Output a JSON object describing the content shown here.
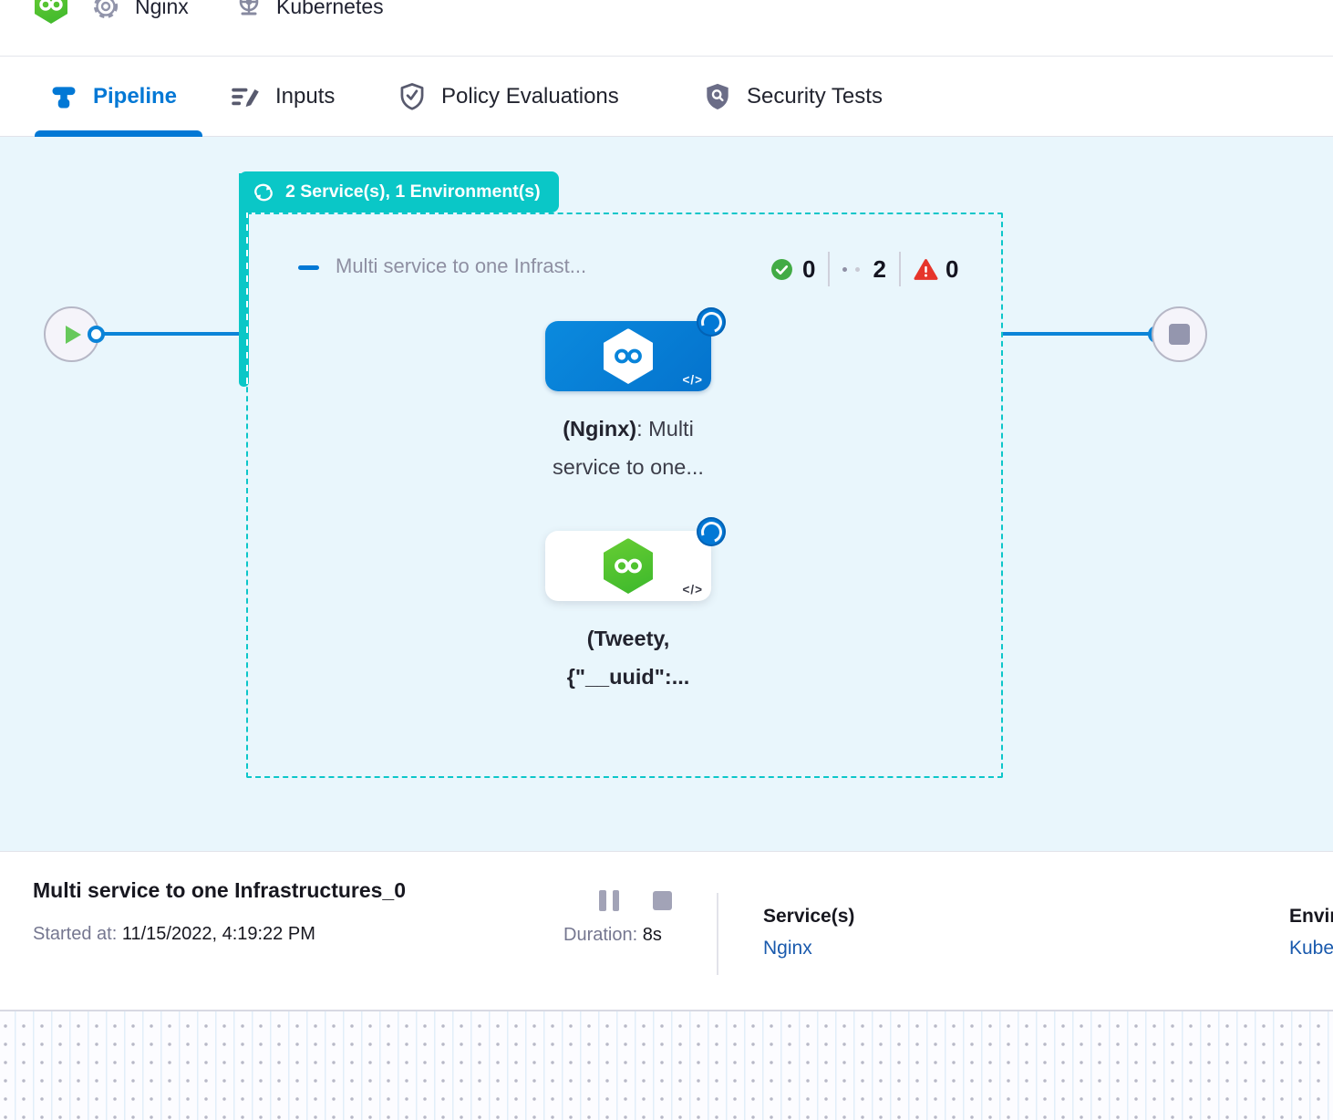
{
  "header": {
    "pipeline_name": "Nginx",
    "environment_name": "Kubernetes"
  },
  "tabs": {
    "pipeline": "Pipeline",
    "inputs": "Inputs",
    "policy": "Policy Evaluations",
    "security": "Security Tests"
  },
  "canvas": {
    "badge_label": "2 Service(s), 1 Environment(s)",
    "stage_title": "Multi service to one Infrast...",
    "status": {
      "success": "0",
      "running": "2",
      "failed": "0"
    },
    "node1": {
      "bold": "(Nginx)",
      "rest": ": Multi",
      "line2": "service to one...",
      "code": "</>"
    },
    "node2": {
      "bold": "(Tweety,",
      "line2": "{\"__uuid\":...",
      "code": "</>"
    }
  },
  "footer": {
    "title": "Multi service to one Infrastructures_0",
    "started_label": "Started at:",
    "started_value": " 11/15/2022, 4:19:22 PM",
    "duration_label": "Duration:",
    "duration_value": " 8s",
    "services_label": "Service(s)",
    "services_value": "Nginx",
    "environments_label": "Environment(s)",
    "environments_value": "Kubernetes"
  },
  "colors": {
    "accent_teal": "#0ac7c7",
    "accent_blue": "#0278d5",
    "success_green": "#42ab45",
    "error_red": "#e6352b",
    "harness_green": "#4dc14a",
    "canvas_bg": "#e9f6fc"
  }
}
